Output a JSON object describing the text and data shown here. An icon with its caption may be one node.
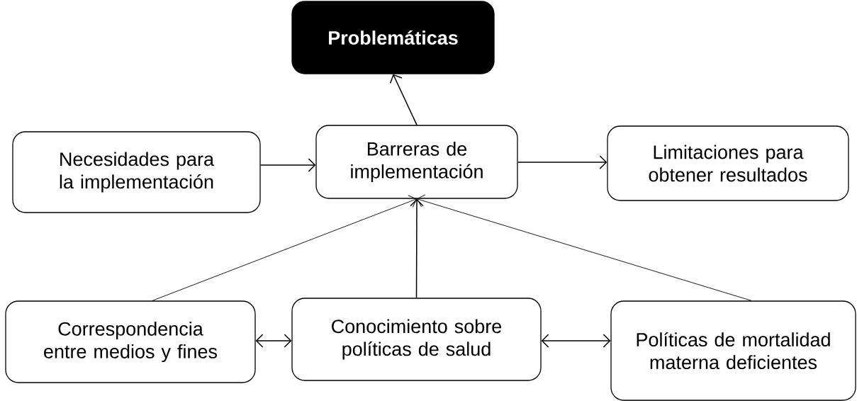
{
  "diagram": {
    "nodes": [
      {
        "text": [
          "Problemáticas"
        ]
      },
      {
        "text": [
          "Necesidades para la implementación"
        ]
      },
      {
        "text": [
          "Barreras de implementación"
        ]
      },
      {
        "text": [
          "Limitaciones para obtener resultados"
        ]
      },
      {
        "text": [
          "Correspondencia entre medios y fines"
        ]
      },
      {
        "text": [
          "Conocimiento sobre políticas de salud"
        ]
      },
      {
        "text": [
          "Políticas de mortalidad materna deficientes"
        ]
      }
    ],
    "edges": [
      {
        "from": 2,
        "to": 0,
        "arrow": "to"
      },
      {
        "from": 1,
        "to": 2,
        "arrow": "to"
      },
      {
        "from": 2,
        "to": 3,
        "arrow": "to"
      },
      {
        "from": 4,
        "to": 2,
        "arrow": "to"
      },
      {
        "from": 5,
        "to": 2,
        "arrow": "to"
      },
      {
        "from": 6,
        "to": 2,
        "arrow": "to"
      },
      {
        "from": 4,
        "to": 5,
        "arrow": "both"
      },
      {
        "from": 5,
        "to": 6,
        "arrow": "both"
      }
    ]
  }
}
